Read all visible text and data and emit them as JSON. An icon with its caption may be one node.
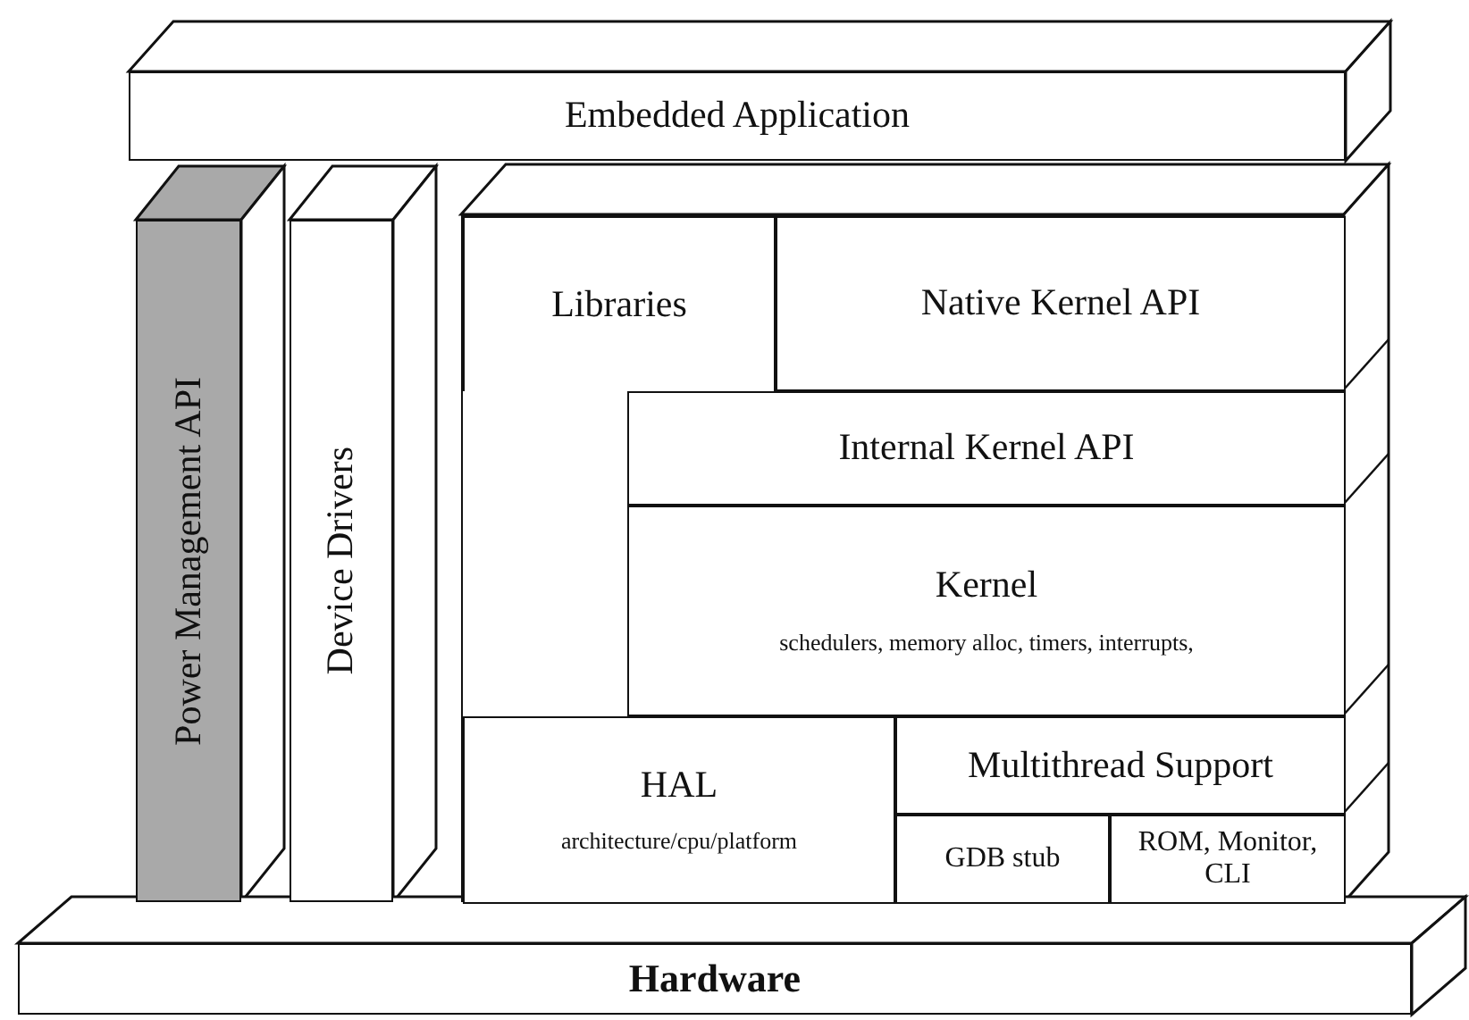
{
  "diagram": {
    "nodes": [
      {
        "text": [
          "Embedded Application"
        ]
      },
      {
        "text": [
          "Power Management API"
        ]
      },
      {
        "text": [
          "Device Drivers"
        ]
      },
      {
        "text": [],
        "shape": "box"
      },
      {
        "text": [
          "Libraries"
        ],
        "in": 3
      },
      {
        "text": [
          "Native Kernel API"
        ],
        "in": 3
      },
      {
        "text": [
          "Internal Kernel API"
        ],
        "in": 3
      },
      {
        "text": [
          "Kernel",
          "schedulers, memory alloc, timers, interrupts,"
        ],
        "in": 3
      },
      {
        "text": [
          "HAL",
          "architecture/cpu/platform"
        ],
        "in": 3
      },
      {
        "text": [
          "Multithread Support"
        ],
        "in": 3
      },
      {
        "text": [
          "GDB stub"
        ],
        "in": 3
      },
      {
        "text": [
          "ROM, Monitor, CLI"
        ],
        "in": 3
      },
      {
        "text": [
          "Hardware"
        ]
      }
    ],
    "edges": []
  }
}
